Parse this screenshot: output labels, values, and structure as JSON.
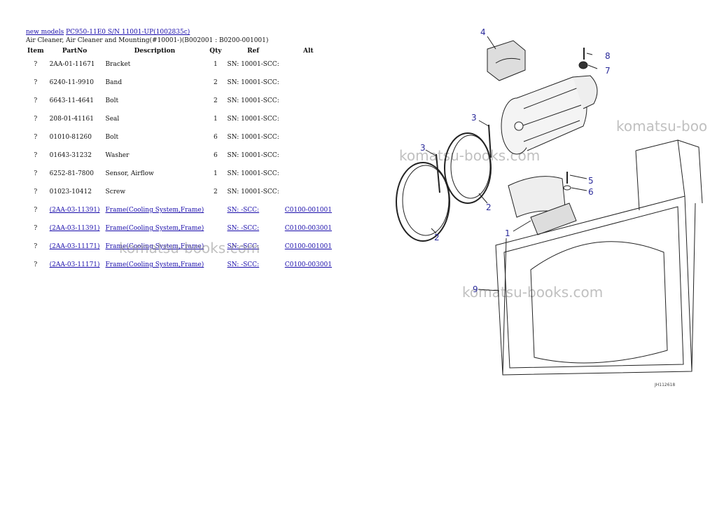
{
  "breadcrumb": {
    "link1": "new models",
    "link2": "PC950-11E0 S/N 11001-UP(1002835c)"
  },
  "title": "Air Cleaner, Air Cleaner and Mounting(#10001-)(B002001 : B0200-001001)",
  "columns": [
    "Item",
    "PartNo",
    "Description",
    "Qty",
    "Ref",
    "Alt"
  ],
  "rows": [
    {
      "item": "?",
      "part": "2AA-01-11671",
      "desc": "Bracket",
      "qty": "1",
      "ref": "SN: 10001-SCC:",
      "alt": "",
      "link": false
    },
    {
      "item": "?",
      "part": "6240-11-9910",
      "desc": "Band",
      "qty": "2",
      "ref": "SN: 10001-SCC:",
      "alt": "",
      "link": false
    },
    {
      "item": "?",
      "part": "6643-11-4641",
      "desc": "Bolt",
      "qty": "2",
      "ref": "SN: 10001-SCC:",
      "alt": "",
      "link": false
    },
    {
      "item": "?",
      "part": "208-01-41161",
      "desc": "Seal",
      "qty": "1",
      "ref": "SN: 10001-SCC:",
      "alt": "",
      "link": false
    },
    {
      "item": "?",
      "part": "01010-81260",
      "desc": "Bolt",
      "qty": "6",
      "ref": "SN: 10001-SCC:",
      "alt": "",
      "link": false
    },
    {
      "item": "?",
      "part": "01643-31232",
      "desc": "Washer",
      "qty": "6",
      "ref": "SN: 10001-SCC:",
      "alt": "",
      "link": false
    },
    {
      "item": "?",
      "part": "6252-81-7800",
      "desc": "Sensor, Airflow",
      "qty": "1",
      "ref": "SN: 10001-SCC:",
      "alt": "",
      "link": false
    },
    {
      "item": "?",
      "part": "01023-10412",
      "desc": "Screw",
      "qty": "2",
      "ref": "SN: 10001-SCC:",
      "alt": "",
      "link": false
    },
    {
      "item": "?",
      "part": "(2AA-03-11391)",
      "desc": "Frame(Cooling System,Frame)",
      "qty": "",
      "ref": "SN: -SCC:",
      "alt": "C0100-001001",
      "link": true
    },
    {
      "item": "?",
      "part": "(2AA-03-11391)",
      "desc": "Frame(Cooling System,Frame)",
      "qty": "",
      "ref": "SN: -SCC:",
      "alt": "C0100-003001",
      "link": true
    },
    {
      "item": "?",
      "part": "(2AA-03-11171)",
      "desc": "Frame(Cooling System,Frame)",
      "qty": "",
      "ref": "SN: -SCC:",
      "alt": "C0100-001001",
      "link": true
    },
    {
      "item": "?",
      "part": "(2AA-03-11171)",
      "desc": "Frame(Cooling System,Frame)",
      "qty": "",
      "ref": "SN: -SCC:",
      "alt": "C0100-003001",
      "link": true
    }
  ],
  "watermarks": [
    "komatsu-boo",
    "komatsu-books.com",
    "komatsu-books.com",
    "komatsu-books.com"
  ],
  "diagram": {
    "callouts": [
      "4",
      "8",
      "7",
      "3",
      "3",
      "5",
      "6",
      "2",
      "2",
      "1",
      "9"
    ],
    "figure_id": "JH112618"
  },
  "colors": {
    "link": "#1a0dab",
    "callout": "#2a2a9a",
    "watermark": "#8c8c8c"
  }
}
